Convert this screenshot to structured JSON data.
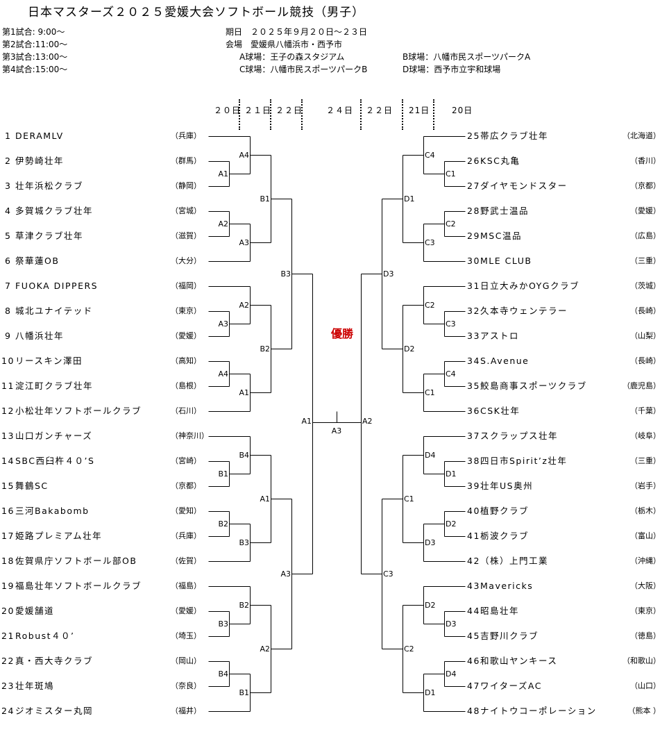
{
  "title": "日本マスターズ２０２５愛媛大会ソフトボール競技（男子）",
  "schedule": [
    "第1試合: 9:00～",
    "第2試合:11:00～",
    "第3試合:13:00～",
    "第4試合:15:00～"
  ],
  "info": {
    "date": "期日　２０２５年９月２０日～２３日",
    "venue": "会場　愛媛県八幡浜市・西予市",
    "field_a": "A球場：王子の森スタジアム",
    "field_b": "B球場：八幡市民スポーツパークA",
    "field_c": "C球場：八幡市民スポーツパークB",
    "field_d": "D球場：西予市立宇和球場"
  },
  "days": [
    "２０日",
    "２１日",
    "２２日",
    "２４日",
    "２２日",
    "21日",
    "20日"
  ],
  "champion": "優勝",
  "left_teams": [
    {
      "no": "1",
      "name": "DERAMLV",
      "pref": "（兵庫）"
    },
    {
      "no": "2",
      "name": "伊勢崎壮年",
      "pref": "（群馬）"
    },
    {
      "no": "3",
      "name": "壮年浜松クラブ",
      "pref": "（静岡）"
    },
    {
      "no": "4",
      "name": "多賀城クラブ壮年",
      "pref": "（宮城）"
    },
    {
      "no": "5",
      "name": "草津クラブ壮年",
      "pref": "（滋賀）"
    },
    {
      "no": "6",
      "name": "祭華蓮OB",
      "pref": "（大分）"
    },
    {
      "no": "7",
      "name": "FUOKA DIPPERS",
      "pref": "（福岡）"
    },
    {
      "no": "8",
      "name": "城北ユナイテッド",
      "pref": "（東京）"
    },
    {
      "no": "9",
      "name": "八幡浜壮年",
      "pref": "（愛媛）"
    },
    {
      "no": "10",
      "name": "リースキン澤田",
      "pref": "（高知）"
    },
    {
      "no": "11",
      "name": "淀江町クラブ壮年",
      "pref": "（島根）"
    },
    {
      "no": "12",
      "name": "小松壮年ソフトボールクラブ",
      "pref": "（石川）"
    },
    {
      "no": "13",
      "name": "山口ガンチャーズ",
      "pref": "（神奈川）"
    },
    {
      "no": "14",
      "name": "SBC西臼杵４０’S",
      "pref": "（宮崎）"
    },
    {
      "no": "15",
      "name": "舞鶴SC",
      "pref": "（京都）"
    },
    {
      "no": "16",
      "name": "三河Bakabomb",
      "pref": "（愛知）"
    },
    {
      "no": "17",
      "name": "姫路プレミアム壮年",
      "pref": "（兵庫）"
    },
    {
      "no": "18",
      "name": "佐賀県庁ソフトボール部OB",
      "pref": "（佐賀）"
    },
    {
      "no": "19",
      "name": "福島壮年ソフトボールクラブ",
      "pref": "（福島）"
    },
    {
      "no": "20",
      "name": "愛媛舗道",
      "pref": "（愛媛）"
    },
    {
      "no": "21",
      "name": "Robust４０’",
      "pref": "（埼玉）"
    },
    {
      "no": "22",
      "name": "真・西大寺クラブ",
      "pref": "（岡山）"
    },
    {
      "no": "23",
      "name": "壮年斑鳩",
      "pref": "（奈良）"
    },
    {
      "no": "24",
      "name": "ジオミスター丸岡",
      "pref": "（福井）"
    }
  ],
  "right_teams": [
    {
      "no": "25",
      "name": "帯広クラブ壮年",
      "pref": "（北海道）"
    },
    {
      "no": "26",
      "name": "KSC丸亀",
      "pref": "（香川）"
    },
    {
      "no": "27",
      "name": "ダイヤモンドスター",
      "pref": "（京都）"
    },
    {
      "no": "28",
      "name": "野武士温品",
      "pref": "（愛媛）"
    },
    {
      "no": "29",
      "name": "MSC温品",
      "pref": "（広島）"
    },
    {
      "no": "30",
      "name": "MLE CLUB",
      "pref": "（三重）"
    },
    {
      "no": "31",
      "name": "日立大みかOYGクラブ",
      "pref": "（茨城）"
    },
    {
      "no": "32",
      "name": "久本寺ウェンテラー",
      "pref": "（長崎）"
    },
    {
      "no": "33",
      "name": "アストロ",
      "pref": "（山梨）"
    },
    {
      "no": "34",
      "name": "S.Avenue",
      "pref": "（長崎）"
    },
    {
      "no": "35",
      "name": "鮫島商事スポーツクラブ",
      "pref": "（鹿児島）"
    },
    {
      "no": "36",
      "name": "CSK壮年",
      "pref": "（千葉）"
    },
    {
      "no": "37",
      "name": "スクラップス壮年",
      "pref": "（岐阜）"
    },
    {
      "no": "38",
      "name": "四日市Spirit’z壮年",
      "pref": "（三重）"
    },
    {
      "no": "39",
      "name": "壮年US奥州",
      "pref": "（岩手）"
    },
    {
      "no": "40",
      "name": "植野クラブ",
      "pref": "（栃木）"
    },
    {
      "no": "41",
      "name": "栃波クラブ",
      "pref": "（富山）"
    },
    {
      "no": "42",
      "name": "（株）上門工業",
      "pref": "（沖縄）"
    },
    {
      "no": "43",
      "name": "Mavericks",
      "pref": "（大阪）"
    },
    {
      "no": "44",
      "name": "昭島壮年",
      "pref": "（東京）"
    },
    {
      "no": "45",
      "name": "吉野川クラブ",
      "pref": "（徳島）"
    },
    {
      "no": "46",
      "name": "和歌山ヤンキース",
      "pref": "（和歌山）"
    },
    {
      "no": "47",
      "name": "ワイターズAC",
      "pref": "（山口）"
    },
    {
      "no": "48",
      "name": "ナイトウコーポレーション",
      "pref": "（熊本 ）"
    }
  ],
  "bracket": {
    "left_groups": [
      [
        "A1",
        "A4"
      ],
      [
        "A2",
        "A3"
      ],
      [
        "A3",
        "A2"
      ],
      [
        "A4",
        "A1"
      ],
      [
        "B1",
        "B4"
      ],
      [
        "B2",
        "B3"
      ],
      [
        "B3",
        "B2"
      ],
      [
        "B4",
        "B1"
      ]
    ],
    "left_six": [
      "B1",
      "B2",
      "A1",
      "A2"
    ],
    "left_twelve": [
      "B3",
      "A3"
    ],
    "right_groups": [
      [
        "C1",
        "C4"
      ],
      [
        "C2",
        "C3"
      ],
      [
        "C3",
        "C2"
      ],
      [
        "C4",
        "C1"
      ],
      [
        "D1",
        "D4"
      ],
      [
        "D2",
        "D3"
      ],
      [
        "D3",
        "D2"
      ],
      [
        "D4",
        "D1"
      ]
    ],
    "right_six": [
      "D1",
      "D2",
      "C1",
      "C2"
    ],
    "right_twelve": [
      "D3",
      "C3"
    ],
    "final_left": "A1",
    "final_right": "A2",
    "final_center": "A3"
  }
}
